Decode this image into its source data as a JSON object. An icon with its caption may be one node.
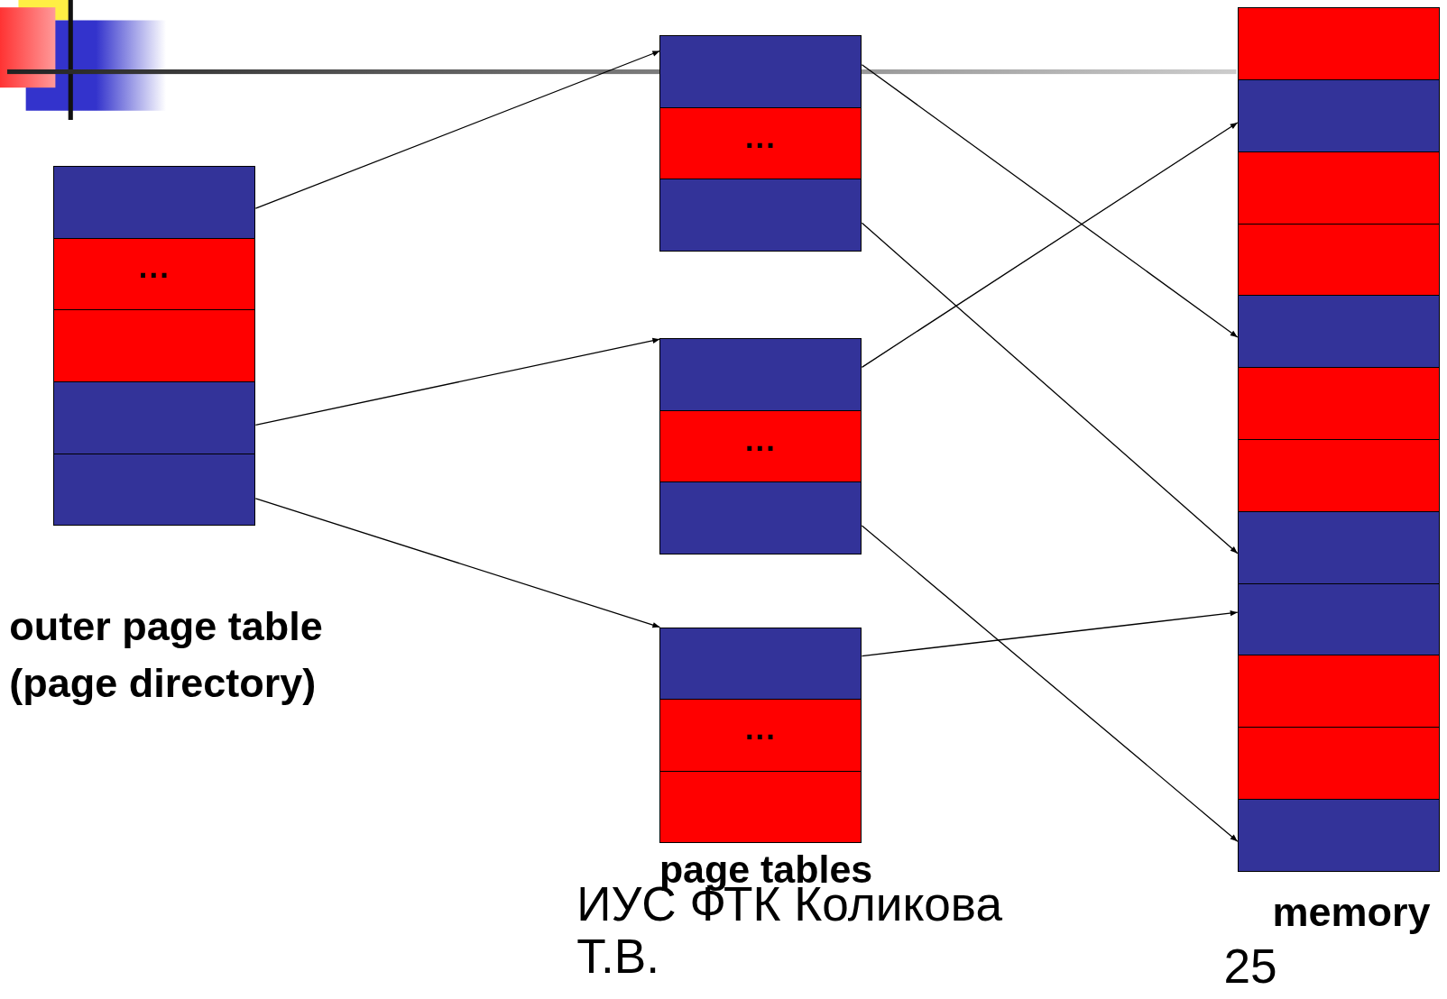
{
  "diagram": {
    "nodes": [
      {
        "text": [],
        "shape": "box",
        "beside": [
          "outer page table (page directory)"
        ]
      },
      {
        "text": [],
        "shape": "box",
        "in": 0
      },
      {
        "text": [
          "..."
        ],
        "in": 0
      },
      {
        "text": [],
        "shape": "box",
        "in": 0
      },
      {
        "text": [],
        "shape": "box",
        "in": 0
      },
      {
        "text": [],
        "shape": "box",
        "in": 0
      },
      {
        "text": [],
        "shape": "box"
      },
      {
        "text": [],
        "shape": "box",
        "in": 6
      },
      {
        "text": [
          "..."
        ],
        "in": 6
      },
      {
        "text": [],
        "shape": "box",
        "in": 6
      },
      {
        "text": [],
        "shape": "box"
      },
      {
        "text": [],
        "shape": "box",
        "in": 10
      },
      {
        "text": [
          "..."
        ],
        "in": 10
      },
      {
        "text": [],
        "shape": "box",
        "in": 10
      },
      {
        "text": [],
        "shape": "box"
      },
      {
        "text": [],
        "shape": "box",
        "in": 14
      },
      {
        "text": [
          "..."
        ],
        "in": 14
      },
      {
        "text": [],
        "shape": "box",
        "in": 14
      },
      {
        "text": [],
        "shape": "box",
        "beside": [
          "memory"
        ]
      },
      {
        "text": [],
        "shape": "box",
        "in": 18
      },
      {
        "text": [],
        "shape": "box",
        "in": 18
      },
      {
        "text": [],
        "shape": "box",
        "in": 18
      },
      {
        "text": [],
        "shape": "box",
        "in": 18
      },
      {
        "text": [],
        "shape": "box",
        "in": 18
      },
      {
        "text": [],
        "shape": "box",
        "in": 18
      },
      {
        "text": [],
        "shape": "box",
        "in": 18
      },
      {
        "text": [],
        "shape": "box",
        "in": 18
      },
      {
        "text": [],
        "shape": "box",
        "in": 18
      },
      {
        "text": [],
        "shape": "box",
        "in": 18
      },
      {
        "text": [],
        "shape": "box",
        "in": 18
      },
      {
        "text": [],
        "shape": "box",
        "in": 18
      }
    ],
    "edges": [
      {
        "from": 1,
        "to": 7,
        "arrow": "to"
      },
      {
        "from": 4,
        "to": 11,
        "arrow": "to"
      },
      {
        "from": 5,
        "to": 15,
        "arrow": "to"
      },
      {
        "from": 7,
        "to": 23,
        "arrow": "to"
      },
      {
        "from": 9,
        "to": 26,
        "arrow": "to"
      },
      {
        "from": 11,
        "to": 20,
        "arrow": "to"
      },
      {
        "from": 13,
        "to": 30,
        "arrow": "to"
      },
      {
        "from": 15,
        "to": 27,
        "arrow": "to"
      }
    ],
    "labels": [
      "page tables",
      "ИУС ФТК Коликова Т.В.",
      "25"
    ]
  }
}
